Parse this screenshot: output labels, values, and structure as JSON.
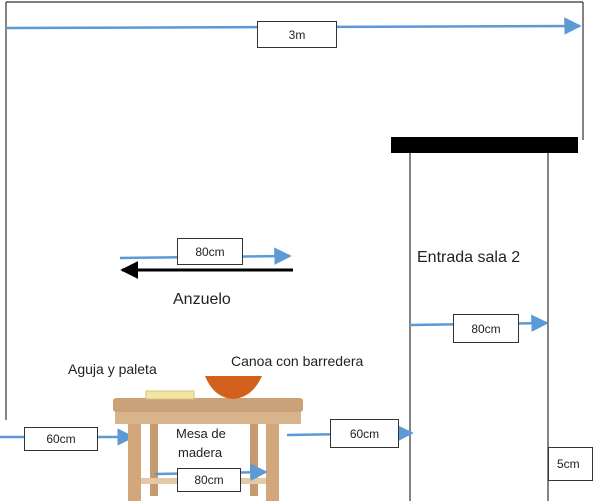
{
  "measurements": {
    "width_top": "3m",
    "anzuelo_width": "80cm",
    "entrance_width": "80cm",
    "left_gap": "60cm",
    "table_to_entrance": "60cm",
    "table_width": "80cm",
    "entrance_side": "5cm"
  },
  "labels": {
    "entrada": "Entrada sala 2",
    "anzuelo": "Anzuelo",
    "aguja": "Aguja y paleta",
    "canoa": "Canoa con barredera",
    "mesa_line1": "Mesa de",
    "mesa_line2": "madera"
  },
  "colors": {
    "arrow_blue": "#5b9bd5",
    "wall": "#000000",
    "table_top": "#c9a27a",
    "table_wood": "#d8b48c",
    "canoe": "#d4601e",
    "paper": "#f3e6a4"
  }
}
